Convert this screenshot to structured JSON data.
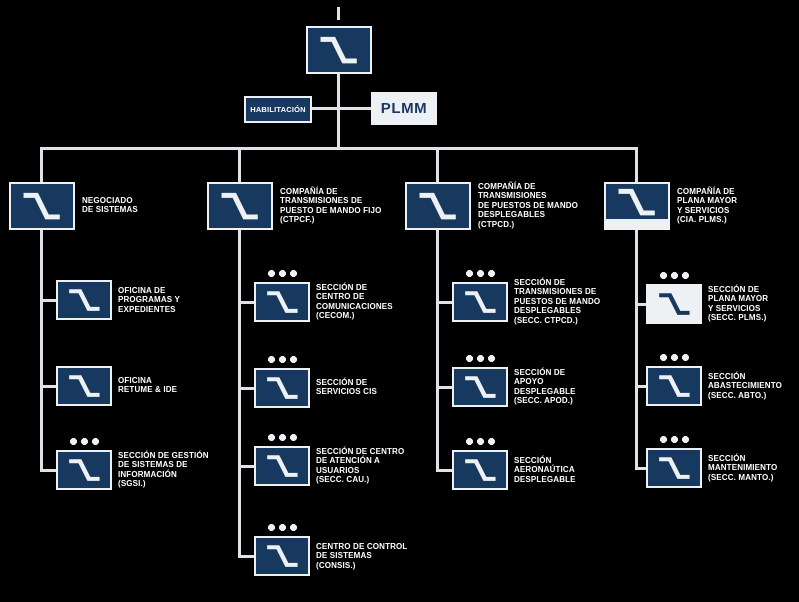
{
  "colors": {
    "background": "#000000",
    "box_fill": "#17395f",
    "box_border": "#eef1f4",
    "line": "#dfe3e8",
    "text": "#ffffff"
  },
  "staff": {
    "habilitacion_label": "HABILITACIÓN",
    "plmm_label": "PLMM"
  },
  "columns": [
    {
      "head": {
        "label": "NEGOCIADO\nDE SISTEMAS"
      },
      "children": [
        {
          "label": "OFICINA DE\nPROGRAMAS Y\nEXPEDIENTES",
          "dots": false
        },
        {
          "label": "OFICINA\nRETUME & IDE",
          "dots": false
        },
        {
          "label": "SECCIÓN DE GESTIÓN\nDE SISTEMAS DE\nINFORMACIÓN\n(SGSI.)",
          "dots": true
        }
      ]
    },
    {
      "head": {
        "label": "COMPAÑÍA DE\nTRANSMISIONES DE\nPUESTO DE MANDO FIJO\n(CTPCF.)"
      },
      "children": [
        {
          "label": "SECCIÓN DE\nCENTRO DE\nCOMUNICACIONES\n(CECOM.)",
          "dots": true
        },
        {
          "label": "SECCIÓN DE\nSERVICIOS CIS",
          "dots": true
        },
        {
          "label": "SECCIÓN DE CENTRO\nDE ATENCIÓN A\nUSUARIOS\n(SECC. CAU.)",
          "dots": true
        },
        {
          "label": "CENTRO DE CONTROL\nDE SISTEMAS\n(CONSIS.)",
          "dots": true
        }
      ]
    },
    {
      "head": {
        "label": "COMPAÑÍA DE\nTRANSMISIONES\nDE PUESTOS DE MANDO\nDESPLEGABLES\n(CTPCD.)"
      },
      "children": [
        {
          "label": "SECCIÓN DE\nTRANSMISIONES DE\nPUESTOS DE MANDO\nDESPLEGABLES\n(SECC. CTPCD.)",
          "dots": true
        },
        {
          "label": "SECCIÓN DE\nAPOYO\nDESPLEGABLE\n(SECC. APOD.)",
          "dots": true
        },
        {
          "label": "SECCIÓN\nAERONAÚTICA\nDESPLEGABLE",
          "dots": true
        }
      ]
    },
    {
      "head": {
        "label": "COMPAÑÍA DE\nPLANA MAYOR\nY SERVICIOS\n(CIA. PLMS.)"
      },
      "children": [
        {
          "label": "SECCIÓN DE\nPLANA MAYOR\nY SERVICIOS\n(SECC. PLMS.)",
          "dots": true,
          "variant": "white"
        },
        {
          "label": "SECCIÓN\nABASTECIMIENTO\n(SECC. ABTO.)",
          "dots": true
        },
        {
          "label": "SECCIÓN\nMANTENIMIENTO\n(SECC. MANTO.)",
          "dots": true
        }
      ]
    }
  ]
}
